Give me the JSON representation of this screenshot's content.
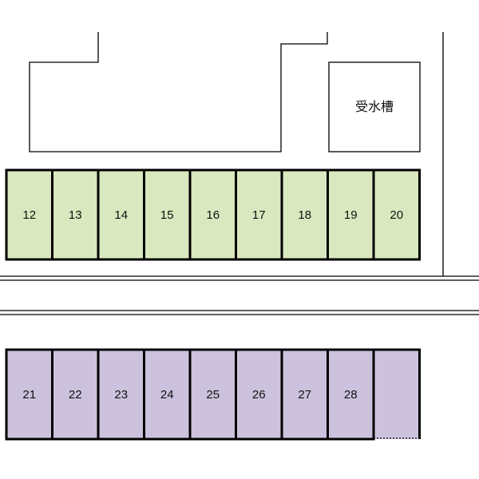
{
  "site_map": {
    "tank_label": "受水槽",
    "row_top": {
      "fill": "#d9e8be",
      "slots": [
        "12",
        "13",
        "14",
        "15",
        "16",
        "17",
        "18",
        "19",
        "20"
      ]
    },
    "row_bottom": {
      "fill": "#ccc2dd",
      "slots": [
        "21",
        "22",
        "23",
        "24",
        "25",
        "26",
        "27",
        "28",
        ""
      ]
    }
  }
}
